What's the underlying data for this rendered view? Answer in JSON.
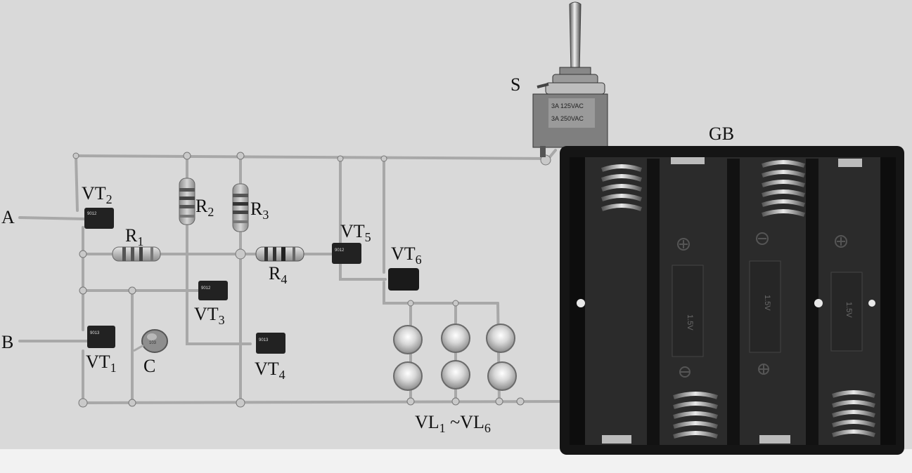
{
  "labels": {
    "A": "A",
    "B": "B",
    "S": "S",
    "GB": "GB",
    "C": "C",
    "VT": "VT",
    "R": "R",
    "VL": "VL",
    "VL_sep": " ~VL",
    "sub1": "1",
    "sub2": "2",
    "sub3": "3",
    "sub4": "4",
    "sub5": "5",
    "sub6": "6"
  },
  "markings": {
    "transistor_9013": "9013",
    "transistor_9012": "9012",
    "cap": "103",
    "switch_top": "3A 125VAC",
    "switch_bottom": "3A 250VAC",
    "cell": "1.5V"
  },
  "colors": {
    "background": "#d9d9d9",
    "wire": "#a8a8a8",
    "component": "#222222"
  }
}
